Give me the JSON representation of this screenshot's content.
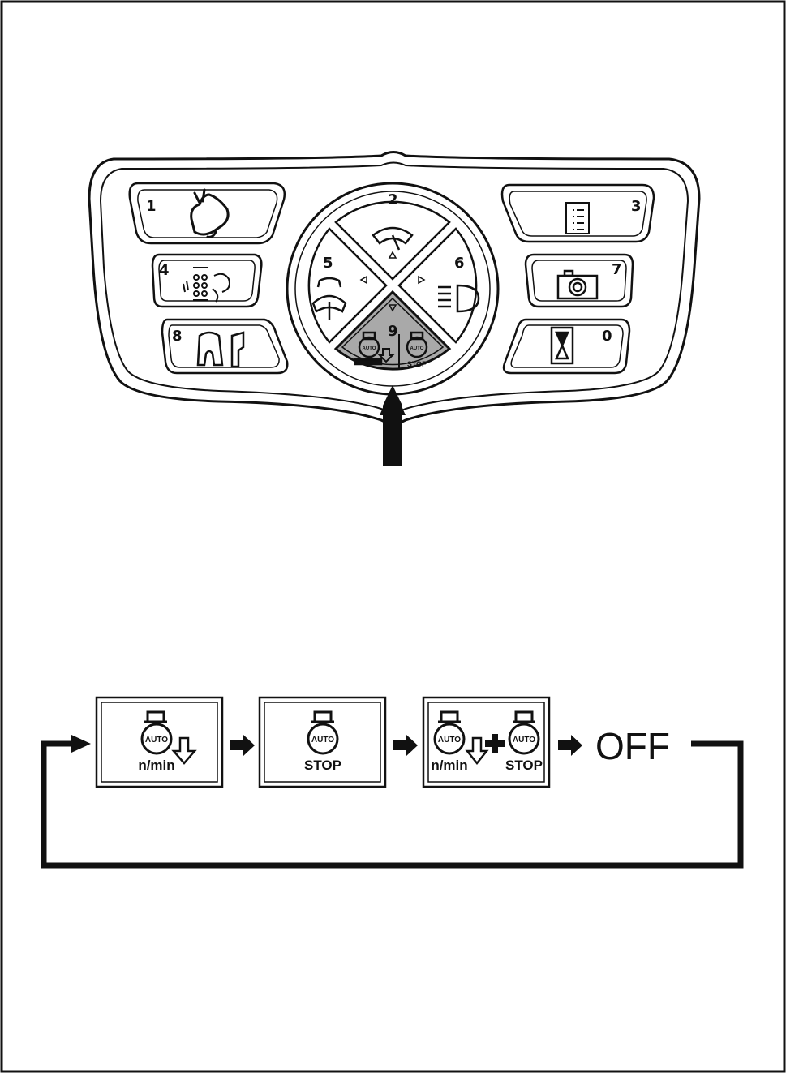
{
  "panel": {
    "keys": {
      "k1": "1",
      "k2": "2",
      "k3": "3",
      "k4": "4",
      "k5": "5",
      "k6": "6",
      "k7": "7",
      "k8": "8",
      "k9": "9",
      "k0": "0"
    },
    "key9_icon_text": {
      "auto": "AUTO",
      "stop": "STOP"
    }
  },
  "sequence": {
    "box1": {
      "auto": "AUTO",
      "sub": "n/min"
    },
    "box2": {
      "auto": "AUTO",
      "sub": "STOP"
    },
    "box3": {
      "auto_a": "AUTO",
      "sub_a": "n/min",
      "auto_b": "AUTO",
      "sub_b": "STOP"
    },
    "off": "OFF"
  },
  "colors": {
    "ink": "#111111",
    "highlight_key": "#a9a9a9",
    "paper": "#ffffff"
  }
}
